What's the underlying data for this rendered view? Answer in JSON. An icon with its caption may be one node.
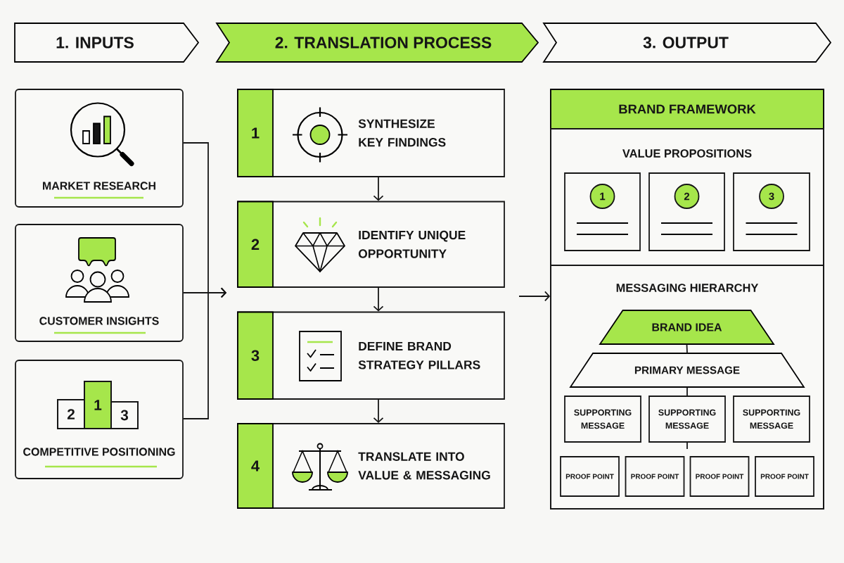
{
  "diagram": {
    "nodes": [
      {
        "text": [
          "1. INPUTS"
        ]
      },
      {
        "text": [
          "2. TRANSLATION PROCESS"
        ]
      },
      {
        "text": [
          "3. OUTPUT"
        ]
      },
      {
        "text": [
          "MARKET RESEARCH"
        ]
      },
      {
        "text": [
          "CUSTOMER INSIGHTS"
        ]
      },
      {
        "text": [
          "COMPETITIVE POSITIONING"
        ]
      },
      {
        "text": [
          "1",
          "SYNTHESIZE KEY FINDINGS"
        ]
      },
      {
        "text": [
          "2",
          "IDENTIFY UNIQUE OPPORTUNITY"
        ]
      },
      {
        "text": [
          "3",
          "DEFINE BRAND STRATEGY PILLARS"
        ]
      },
      {
        "text": [
          "4",
          "TRANSLATE INTO VALUE & MESSAGING"
        ]
      },
      {
        "text": [
          "BRAND FRAMEWORK"
        ]
      },
      {
        "text": [
          "VALUE PROPOSITIONS"
        ],
        "in": 10
      },
      {
        "text": [],
        "shape": "box",
        "in": 11
      },
      {
        "text": [
          "1"
        ],
        "in": 12
      },
      {
        "text": [],
        "shape": "box",
        "in": 11
      },
      {
        "text": [
          "2"
        ],
        "in": 14
      },
      {
        "text": [],
        "shape": "box",
        "in": 11
      },
      {
        "text": [
          "3"
        ],
        "in": 16
      },
      {
        "text": [
          "MESSAGING HIERARCHY"
        ],
        "in": 10
      },
      {
        "text": [
          "BRAND IDEA"
        ],
        "in": 18
      },
      {
        "text": [
          "PRIMARY MESSAGE"
        ],
        "in": 18
      },
      {
        "text": [
          "SUPPORTING MESSAGE"
        ],
        "in": 18
      },
      {
        "text": [
          "SUPPORTING MESSAGE"
        ],
        "in": 18
      },
      {
        "text": [
          "SUPPORTING MESSAGE"
        ],
        "in": 18
      },
      {
        "text": [
          "PROOF POINT"
        ],
        "in": 18
      },
      {
        "text": [
          "PROOF POINT"
        ],
        "in": 18
      },
      {
        "text": [
          "PROOF POINT"
        ],
        "in": 18
      },
      {
        "text": [
          "PROOF POINT"
        ],
        "in": 18
      }
    ],
    "edges": [
      {
        "from": 3,
        "to": null,
        "arrow": "to"
      },
      {
        "from": 4,
        "to": null,
        "arrow": "to"
      },
      {
        "from": 5,
        "to": null,
        "arrow": "to"
      },
      {
        "from": 6,
        "to": 7,
        "arrow": "to"
      },
      {
        "from": 7,
        "to": 8,
        "arrow": "to"
      },
      {
        "from": 8,
        "to": 9,
        "arrow": "to"
      },
      {
        "from": null,
        "to": 10,
        "arrow": "to"
      },
      {
        "from": 19,
        "to": 20,
        "arrow": "none"
      },
      {
        "from": 20,
        "to": 22,
        "arrow": "none"
      },
      {
        "from": 22,
        "to": null,
        "arrow": "none"
      }
    ],
    "labels": [
      "2",
      "1",
      "3"
    ]
  }
}
